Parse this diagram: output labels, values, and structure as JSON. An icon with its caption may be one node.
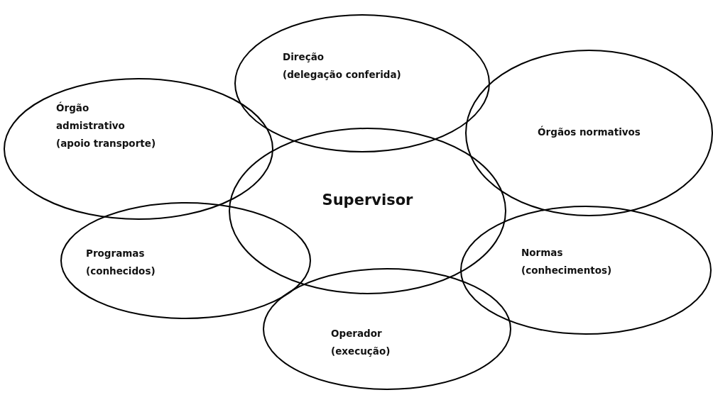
{
  "diagram": {
    "nodes": [
      {
        "text": [
          "Direção",
          "(delegação conferida)"
        ]
      },
      {
        "text": [
          "Órgão admistrativo",
          "(apoio transporte)"
        ]
      },
      {
        "text": [
          "Órgãos normativos"
        ]
      },
      {
        "text": [
          "Supervisor"
        ]
      },
      {
        "text": [
          "Programas",
          "(conhecidos)"
        ]
      },
      {
        "text": [
          "Normas",
          "(conhecimentos)"
        ]
      },
      {
        "text": [
          "Operador",
          "(execução)"
        ]
      }
    ]
  }
}
